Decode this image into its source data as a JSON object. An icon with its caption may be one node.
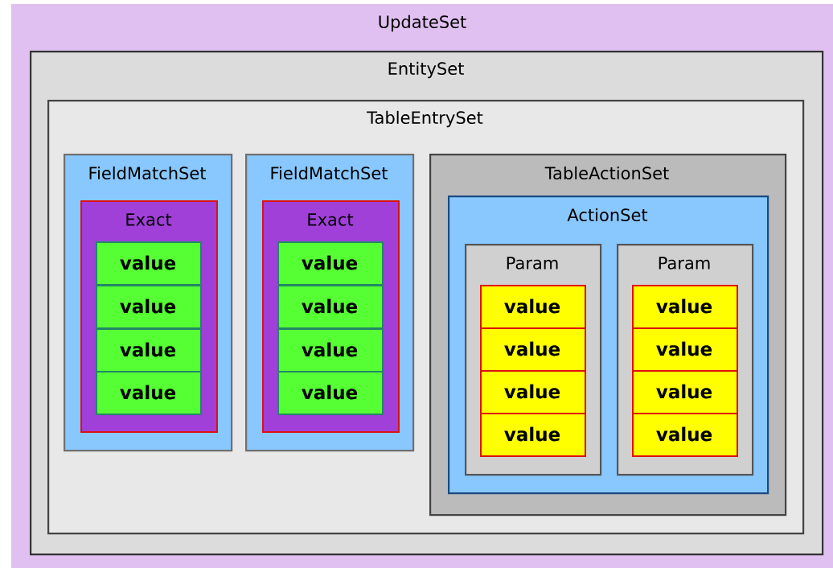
{
  "diagram": {
    "nodes": [
      {
        "text": [
          "UpdateSet"
        ]
      },
      {
        "text": [
          "EntitySet"
        ],
        "in": 0
      },
      {
        "text": [
          "TableEntrySet"
        ],
        "in": 1
      },
      {
        "text": [
          "FieldMatchSet"
        ],
        "in": 2
      },
      {
        "text": [
          "Exact"
        ],
        "in": 3
      },
      {
        "text": [
          "value"
        ],
        "in": 4
      },
      {
        "text": [
          "value"
        ],
        "in": 4
      },
      {
        "text": [
          "value"
        ],
        "in": 4
      },
      {
        "text": [
          "value"
        ],
        "in": 4
      },
      {
        "text": [
          "FieldMatchSet"
        ],
        "in": 2
      },
      {
        "text": [
          "Exact"
        ],
        "in": 9
      },
      {
        "text": [
          "value"
        ],
        "in": 10
      },
      {
        "text": [
          "value"
        ],
        "in": 10
      },
      {
        "text": [
          "value"
        ],
        "in": 10
      },
      {
        "text": [
          "value"
        ],
        "in": 10
      },
      {
        "text": [
          "TableActionSet"
        ],
        "in": 2
      },
      {
        "text": [
          "ActionSet"
        ],
        "in": 15
      },
      {
        "text": [
          "Param"
        ],
        "in": 16
      },
      {
        "text": [
          "value"
        ],
        "in": 17
      },
      {
        "text": [
          "value"
        ],
        "in": 17
      },
      {
        "text": [
          "value"
        ],
        "in": 17
      },
      {
        "text": [
          "value"
        ],
        "in": 17
      },
      {
        "text": [
          "Param"
        ],
        "in": 16
      },
      {
        "text": [
          "value"
        ],
        "in": 22
      },
      {
        "text": [
          "value"
        ],
        "in": 22
      },
      {
        "text": [
          "value"
        ],
        "in": 22
      },
      {
        "text": [
          "value"
        ],
        "in": 22
      }
    ]
  }
}
